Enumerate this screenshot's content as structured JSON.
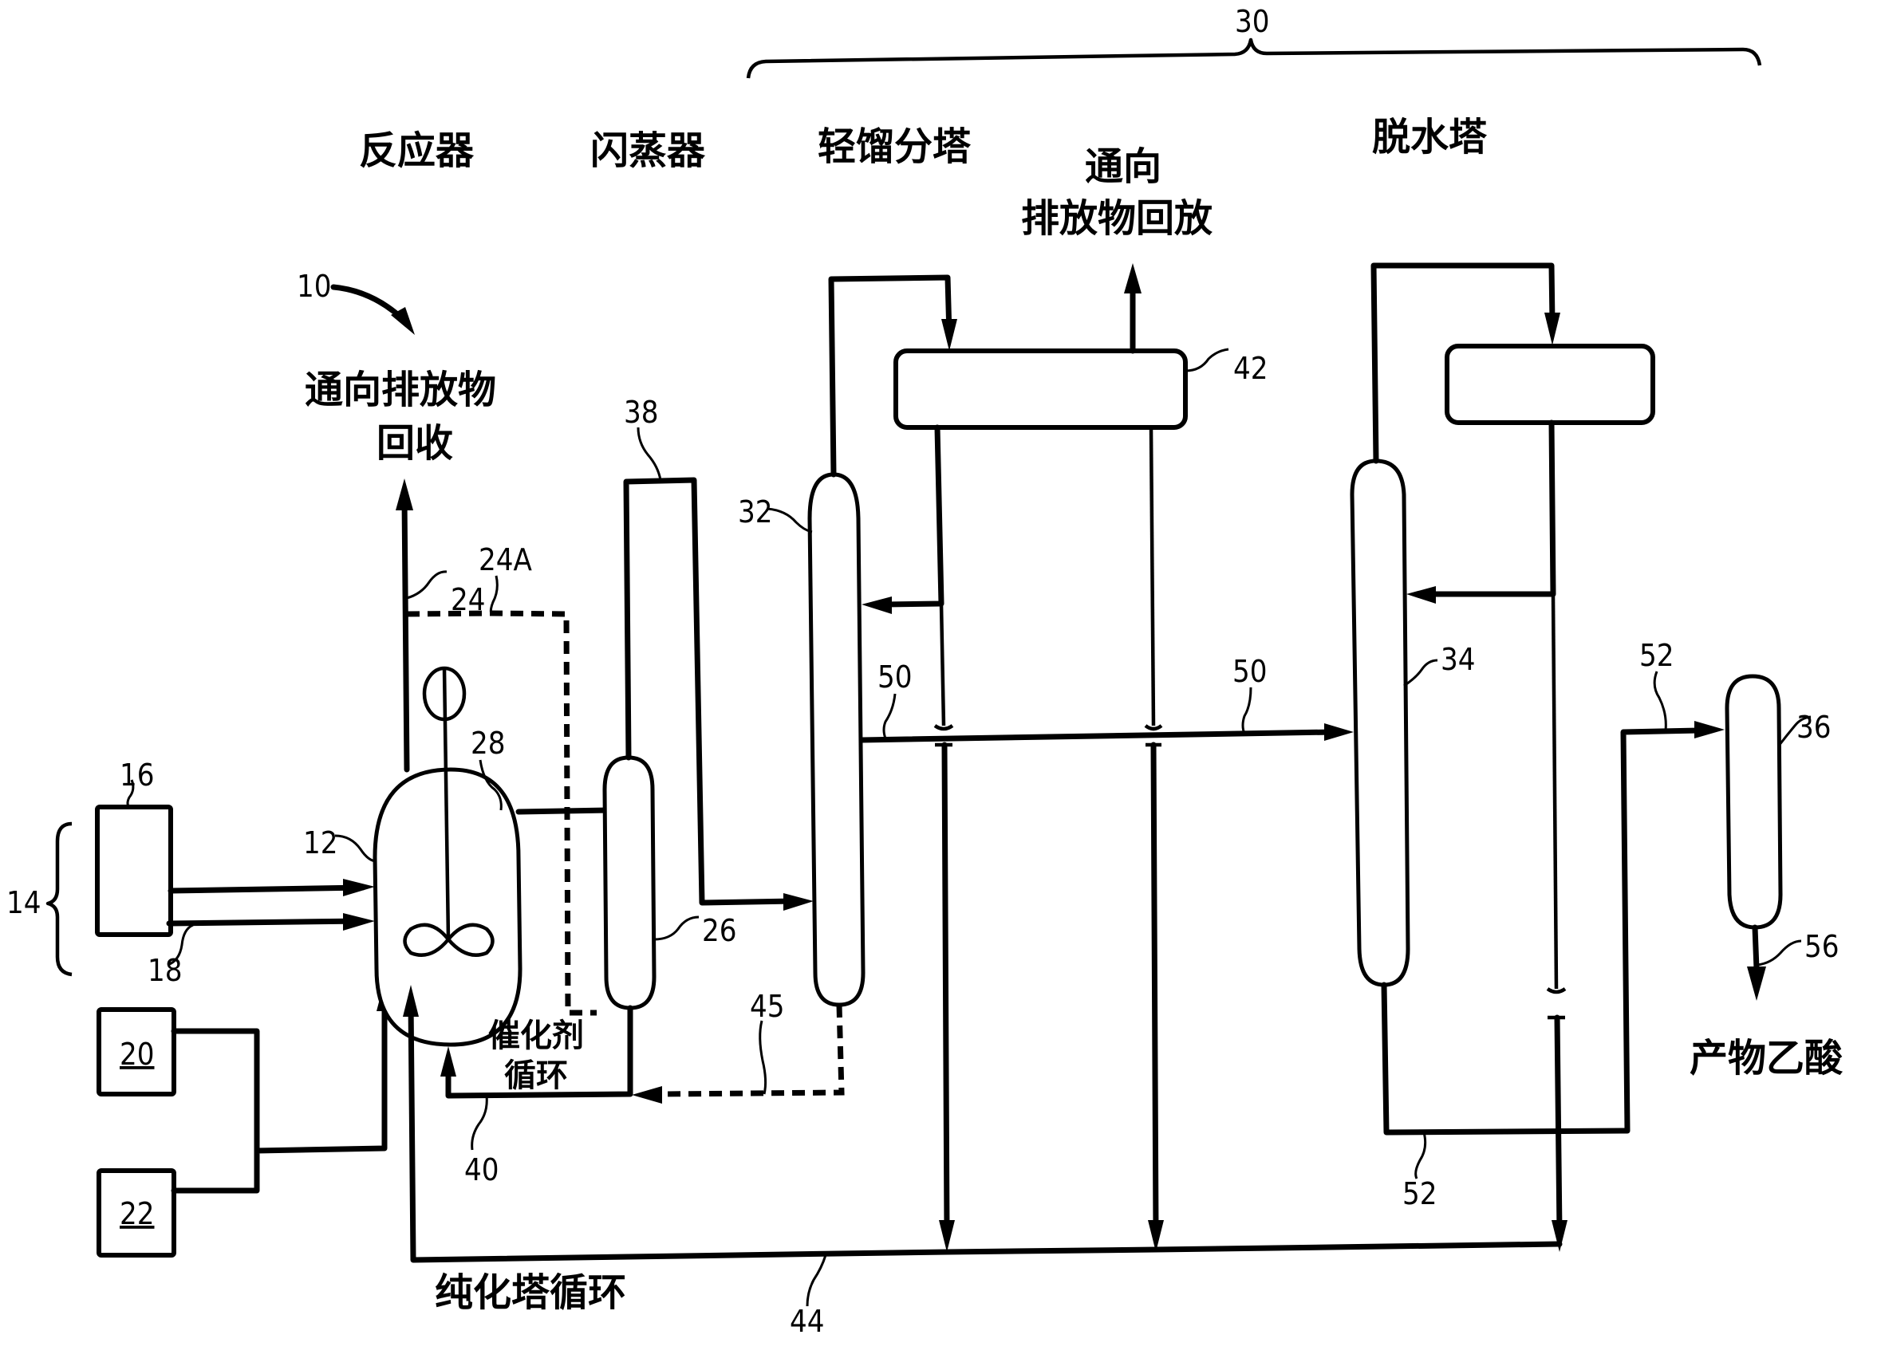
{
  "diagram": {
    "title_brace_label": "30",
    "section_labels": {
      "reactor": "反应器",
      "flasher": "闪蒸器",
      "light_ends_column": "轻馏分塔",
      "drying_column": "脱水塔"
    },
    "annotations": {
      "vent_to_recovery_line1": "通向排放物",
      "vent_to_recovery_line2": "回收",
      "vent_from_decanter_line1": "通向",
      "vent_from_decanter_line2": "排放物回放",
      "catalyst_recycle_line1": "催化剂",
      "catalyst_recycle_line2": "循环",
      "purification_recycle": "纯化塔循环",
      "product": "产物乙酸"
    },
    "reference_numerals": {
      "system": "10",
      "reactor": "12",
      "feed_group": "14",
      "feed_source": "16",
      "feed_line": "18",
      "source_a": "20",
      "source_b": "22",
      "vent_line": "24",
      "vent_line_alt": "24A",
      "flasher": "26",
      "flasher_vapor_line": "28",
      "flasher_overhead": "38",
      "light_ends_column": "32",
      "drying_column": "34",
      "heavy_ends_column": "36",
      "catalyst_recycle_line": "40",
      "decanter": "42",
      "purification_recycle_line": "44",
      "bottoms_recycle_line": "45",
      "side_draw_line_a": "50",
      "side_draw_line_b": "50",
      "drying_bottoms_line_a": "52",
      "drying_bottoms_line_b": "52",
      "product_line": "56"
    }
  }
}
